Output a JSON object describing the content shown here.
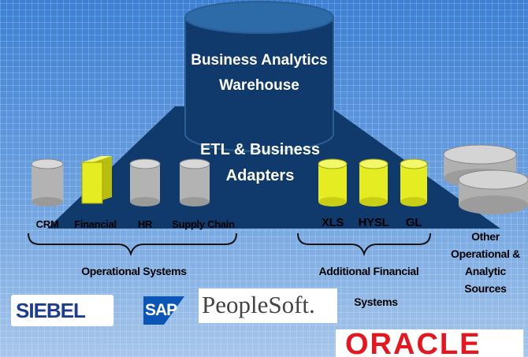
{
  "warehouse": {
    "line1": "Business Analytics",
    "line2": "Warehouse"
  },
  "etl": {
    "line1": "ETL & Business",
    "line2": "Adapters"
  },
  "operational": {
    "items": [
      "CRM",
      "Financial",
      "HR",
      "Supply Chain"
    ],
    "group_label": "Operational Systems"
  },
  "financial": {
    "items": [
      "XLS",
      "HYSL",
      "GL"
    ],
    "group_label_line1": "Additional Financial",
    "group_label_line2": "Systems"
  },
  "other": {
    "line1": "Other",
    "line2": "Operational &",
    "line3": "Analytic",
    "line4": "Sources"
  },
  "logos": {
    "siebel": "SIEBEL",
    "sap": "SAP",
    "peoplesoft": "PeopleSoft.",
    "oracle": "ORACLE"
  },
  "colors": {
    "navy": "#0f3a6b",
    "gray": "#b8b8b8",
    "yellow": "#e6ec22",
    "background": "#5b95dc"
  }
}
